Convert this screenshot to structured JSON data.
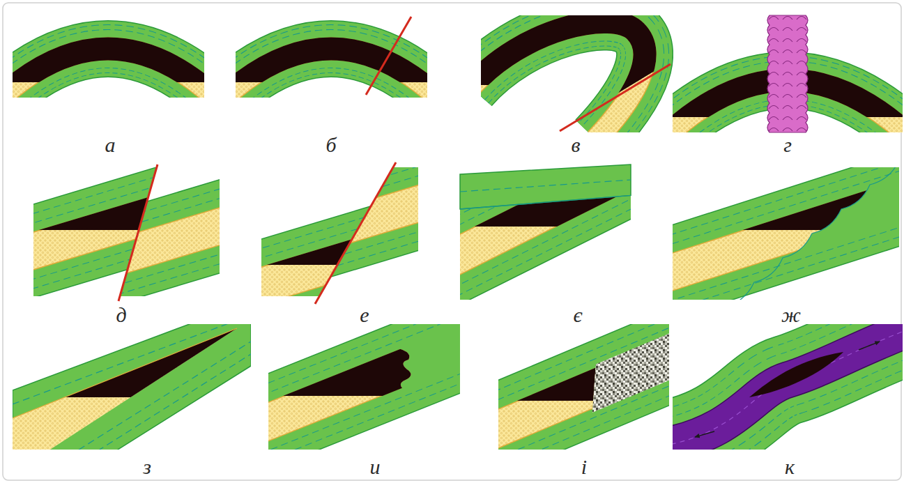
{
  "diagram": {
    "labels": [
      "а",
      "б",
      "в",
      "г",
      "д",
      "е",
      "є",
      "ж",
      "з",
      "и",
      "і",
      "к"
    ]
  }
}
